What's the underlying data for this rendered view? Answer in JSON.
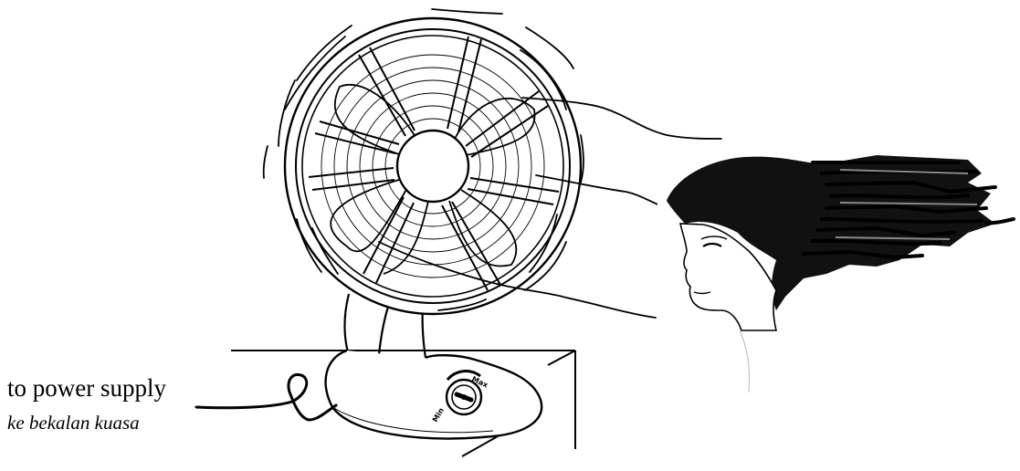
{
  "labels": {
    "power_en": "to power supply",
    "power_ms": "ke bekalan kuasa"
  },
  "dial": {
    "min_label": "Min",
    "max_label": "Max"
  }
}
